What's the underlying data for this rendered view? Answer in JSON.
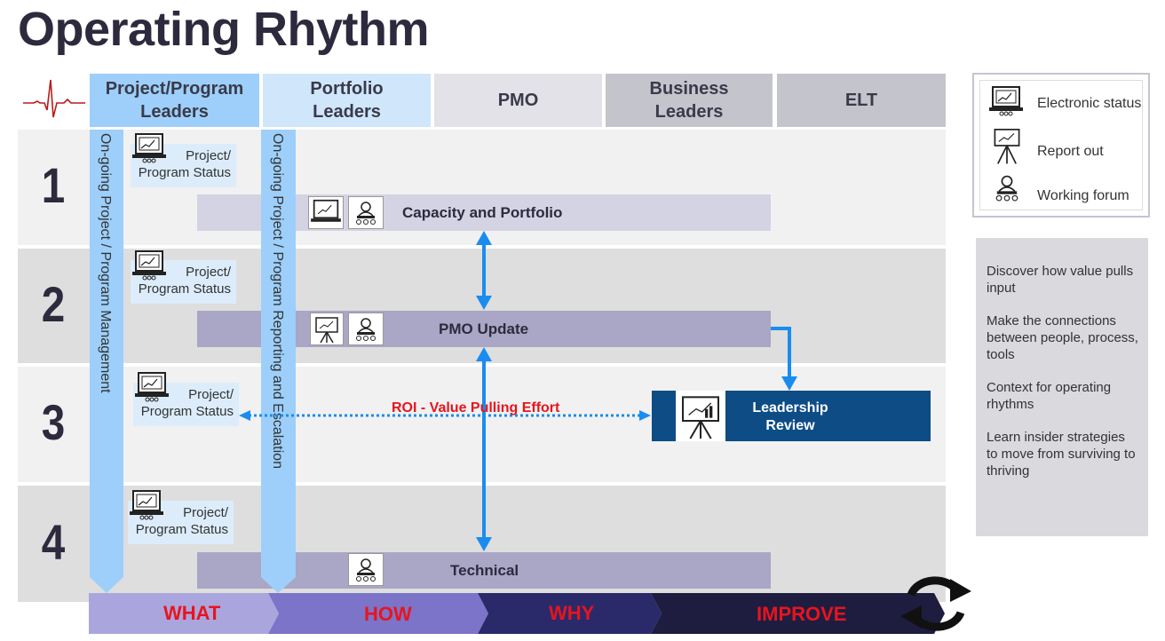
{
  "title": "Operating Rhythm",
  "columns": [
    {
      "label_line1": "Project/Program",
      "label_line2": "Leaders"
    },
    {
      "label_line1": "Portfolio",
      "label_line2": "Leaders"
    },
    {
      "label_line1": "",
      "label_line2": "PMO"
    },
    {
      "label_line1": "Business",
      "label_line2": "Leaders"
    },
    {
      "label_line1": "",
      "label_line2": "ELT"
    }
  ],
  "rows": [
    "1",
    "2",
    "3",
    "4"
  ],
  "vertical_bars": {
    "project_management": "On-going Project / Program Management",
    "portfolio_reporting": "On-going Project / Program Reporting and Escalation"
  },
  "status_boxes": [
    {
      "line1": "Project/",
      "line2": "Program Status"
    },
    {
      "line1": "Project/",
      "line2": "Program Status"
    },
    {
      "line1": "Project/",
      "line2": "Program Status"
    },
    {
      "line1": "Project/",
      "line2": "Program Status"
    }
  ],
  "meetings": {
    "capacity": "Capacity and Portfolio",
    "pmo_update": "PMO Update",
    "technical": "Technical",
    "leadership_line1": "Leadership",
    "leadership_line2": "Review"
  },
  "roi_label": "ROI - Value Pulling Effort",
  "legend": {
    "items": [
      {
        "icon": "laptop-chart-icon",
        "label": "Electronic status"
      },
      {
        "icon": "presentation-easel-icon",
        "label": "Report out"
      },
      {
        "icon": "meeting-people-icon",
        "label": "Working forum"
      }
    ]
  },
  "notes": [
    "Discover how value pulls input",
    "Make the connections between people, process, tools",
    "Context for operating rhythms",
    "Learn insider strategies to move from surviving to thriving"
  ],
  "bottom_stages": [
    "WHAT",
    "HOW",
    "WHY",
    "IMPROVE"
  ],
  "colors": {
    "title": "#2d2a3e",
    "header_blue": "#9dcffa",
    "header_lightblue": "#cfe6fb",
    "header_gray1": "#e2e2e8",
    "header_gray2": "#c4c4cc",
    "meeting_bar": "#aaa6c6",
    "meeting_bar_light": "#d4d3e3",
    "leadership_fill": "#0e4c85",
    "arrow_blue": "#1a8cf0",
    "stage_red": "#e8141e"
  }
}
